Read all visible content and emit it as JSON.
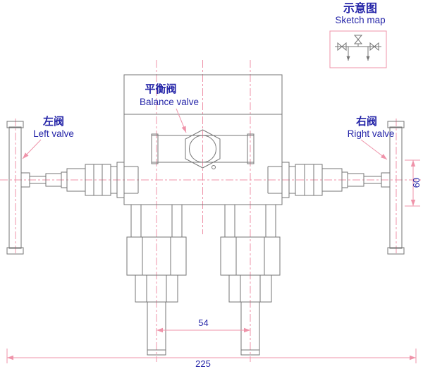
{
  "title": {
    "zh": "示意图",
    "en": "Sketch map"
  },
  "labels": {
    "balance_valve": {
      "zh": "平衡阀",
      "en": "Balance valve"
    },
    "left_valve": {
      "zh": "左阀",
      "en": "Left valve"
    },
    "right_valve": {
      "zh": "右阀",
      "en": "Right valve"
    }
  },
  "dimensions": {
    "bottom_port_spacing": "54",
    "overall_width": "225",
    "right_height": "60"
  },
  "colors": {
    "drawing_line": "#757575",
    "centerline_pink": "#ef93a9",
    "label_text_blue": "#2525a8"
  }
}
